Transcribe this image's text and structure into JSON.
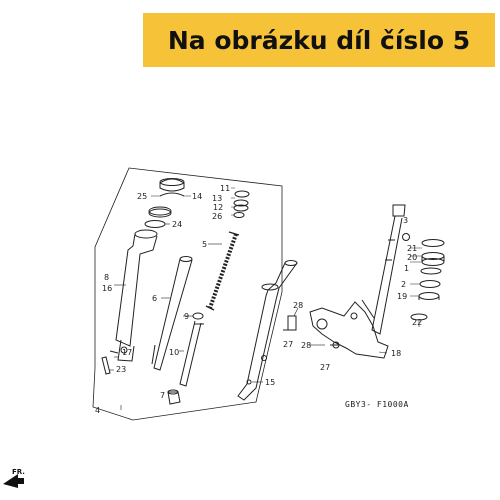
{
  "banner": {
    "text": "Na obrázku díl číslo 5",
    "bg_color": "#f6c238"
  },
  "diagram": {
    "code": "GBY3- F1000A",
    "direction_label": "FR.",
    "callouts": [
      {
        "id": "c25",
        "text": "25"
      },
      {
        "id": "c14",
        "text": "14"
      },
      {
        "id": "c24",
        "text": "24"
      },
      {
        "id": "c8",
        "text": "8"
      },
      {
        "id": "c16",
        "text": "16"
      },
      {
        "id": "c17",
        "text": "17"
      },
      {
        "id": "c23",
        "text": "23"
      },
      {
        "id": "c4",
        "text": "4"
      },
      {
        "id": "c6",
        "text": "6"
      },
      {
        "id": "c9",
        "text": "9"
      },
      {
        "id": "c10",
        "text": "10"
      },
      {
        "id": "c7",
        "text": "7"
      },
      {
        "id": "c5",
        "text": "5"
      },
      {
        "id": "c11",
        "text": "11"
      },
      {
        "id": "c13",
        "text": "13"
      },
      {
        "id": "c12",
        "text": "12"
      },
      {
        "id": "c26",
        "text": "26"
      },
      {
        "id": "c15",
        "text": "15"
      },
      {
        "id": "c28",
        "text": "28"
      },
      {
        "id": "c27",
        "text": "27"
      },
      {
        "id": "c28b",
        "text": "28"
      },
      {
        "id": "c27b",
        "text": "27"
      },
      {
        "id": "c18",
        "text": "18"
      },
      {
        "id": "c3",
        "text": "3"
      },
      {
        "id": "c21",
        "text": "21"
      },
      {
        "id": "c20",
        "text": "20"
      },
      {
        "id": "c1",
        "text": "1"
      },
      {
        "id": "c2",
        "text": "2"
      },
      {
        "id": "c19",
        "text": "19"
      },
      {
        "id": "c22",
        "text": "22"
      }
    ]
  }
}
